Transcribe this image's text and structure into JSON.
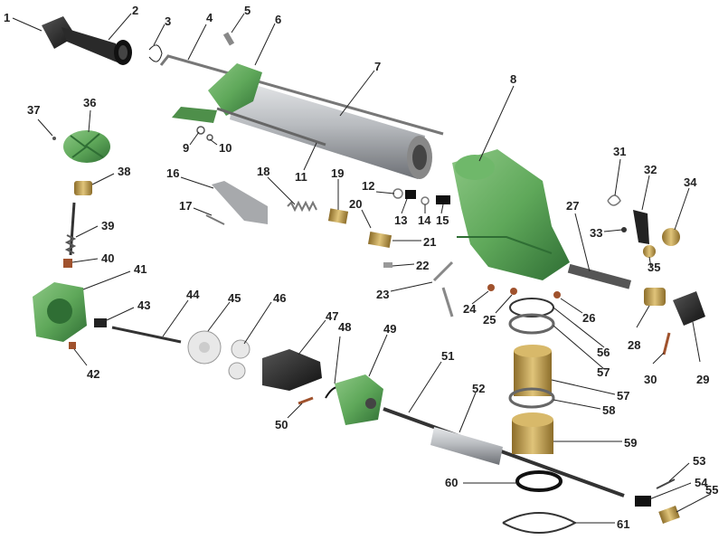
{
  "diagram": {
    "callouts": [
      {
        "id": "1",
        "label": "1"
      },
      {
        "id": "2",
        "label": "2"
      },
      {
        "id": "3",
        "label": "3"
      },
      {
        "id": "4",
        "label": "4"
      },
      {
        "id": "5",
        "label": "5"
      },
      {
        "id": "6",
        "label": "6"
      },
      {
        "id": "7",
        "label": "7"
      },
      {
        "id": "8",
        "label": "8"
      },
      {
        "id": "9",
        "label": "9"
      },
      {
        "id": "10",
        "label": "10"
      },
      {
        "id": "11",
        "label": "11"
      },
      {
        "id": "12",
        "label": "12"
      },
      {
        "id": "13",
        "label": "13"
      },
      {
        "id": "14",
        "label": "14"
      },
      {
        "id": "15",
        "label": "15"
      },
      {
        "id": "16",
        "label": "16"
      },
      {
        "id": "17",
        "label": "17"
      },
      {
        "id": "18",
        "label": "18"
      },
      {
        "id": "19",
        "label": "19"
      },
      {
        "id": "20",
        "label": "20"
      },
      {
        "id": "21",
        "label": "21"
      },
      {
        "id": "22",
        "label": "22"
      },
      {
        "id": "23",
        "label": "23"
      },
      {
        "id": "24",
        "label": "24"
      },
      {
        "id": "25",
        "label": "25"
      },
      {
        "id": "26",
        "label": "26"
      },
      {
        "id": "27",
        "label": "27"
      },
      {
        "id": "28",
        "label": "28"
      },
      {
        "id": "29",
        "label": "29"
      },
      {
        "id": "30",
        "label": "30"
      },
      {
        "id": "31",
        "label": "31"
      },
      {
        "id": "32",
        "label": "32"
      },
      {
        "id": "33",
        "label": "33"
      },
      {
        "id": "34",
        "label": "34"
      },
      {
        "id": "35",
        "label": "35"
      },
      {
        "id": "36",
        "label": "36"
      },
      {
        "id": "37",
        "label": "37"
      },
      {
        "id": "38",
        "label": "38"
      },
      {
        "id": "39",
        "label": "39"
      },
      {
        "id": "40",
        "label": "40"
      },
      {
        "id": "41",
        "label": "41"
      },
      {
        "id": "42",
        "label": "42"
      },
      {
        "id": "43",
        "label": "43"
      },
      {
        "id": "44",
        "label": "44"
      },
      {
        "id": "45",
        "label": "45"
      },
      {
        "id": "46",
        "label": "46"
      },
      {
        "id": "47",
        "label": "47"
      },
      {
        "id": "48",
        "label": "48"
      },
      {
        "id": "49",
        "label": "49"
      },
      {
        "id": "50",
        "label": "50"
      },
      {
        "id": "51",
        "label": "51"
      },
      {
        "id": "52",
        "label": "52"
      },
      {
        "id": "53",
        "label": "53"
      },
      {
        "id": "54",
        "label": "54"
      },
      {
        "id": "55",
        "label": "55"
      },
      {
        "id": "56",
        "label": "56"
      },
      {
        "id": "57a",
        "label": "57"
      },
      {
        "id": "57b",
        "label": "57"
      },
      {
        "id": "58",
        "label": "58"
      },
      {
        "id": "59",
        "label": "59"
      },
      {
        "id": "60",
        "label": "60"
      },
      {
        "id": "61",
        "label": "61"
      }
    ],
    "colors": {
      "green": "#5fa85a",
      "green_dark": "#2f6e34",
      "green_light": "#8cc784",
      "steel": "#b9bcc0",
      "steel_dark": "#6d7075",
      "black": "#1f1f1f",
      "brass": "#c7a657",
      "brass_dark": "#8c6d2a",
      "line": "#222222"
    }
  }
}
